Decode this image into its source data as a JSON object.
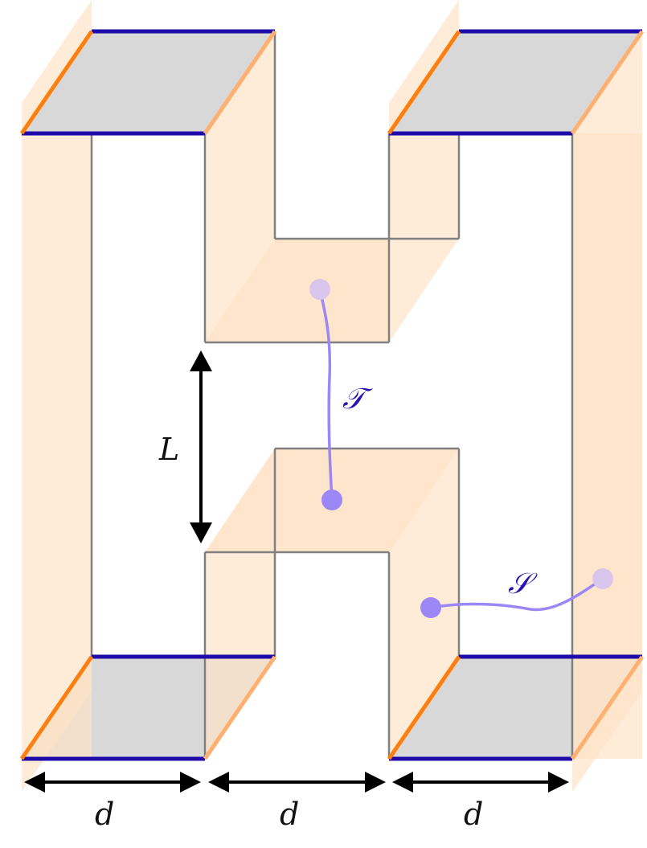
{
  "labels": {
    "gap_length": "L",
    "width_left": "d",
    "width_middle": "d",
    "width_right": "d",
    "path_T": "𝒯",
    "path_S": "𝒮"
  },
  "colors": {
    "face_fill": "#fde3c8",
    "cap_fill": "#d8d8d8",
    "edge_orange": "#ff7f0e",
    "edge_blue": "#1e0aa8",
    "path": "#9b87f5",
    "outline": "#808080"
  }
}
